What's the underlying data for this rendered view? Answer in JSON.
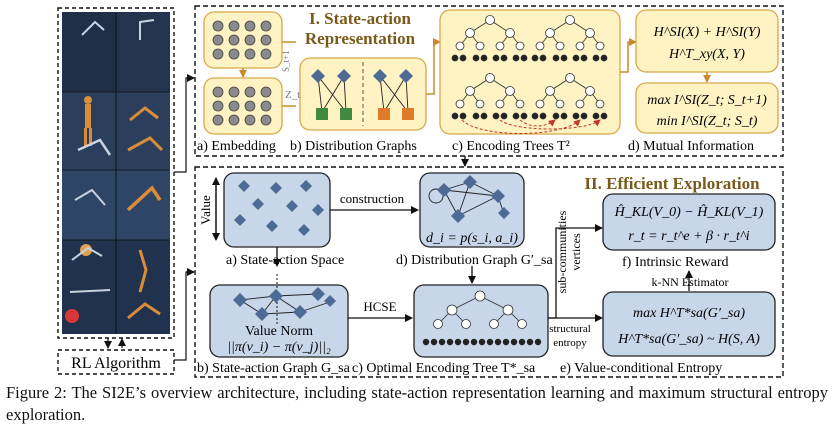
{
  "rl": {
    "label": "RL Algorithm"
  },
  "section1": {
    "title_line1": "I. State-action",
    "title_line2": "Representation",
    "label_a": "a) Embedding",
    "label_b": "b) Distribution Graphs",
    "label_c": "c) Encoding Trees T²",
    "label_d": "d) Mutual Information",
    "side_label_1": "S_t+1",
    "side_label_2": "Z_t",
    "formula_1": "H^SI(X) + H^SI(Y)",
    "formula_2": "H^T_xy(X, Y)",
    "formula_3": "max I^SI(Z_t; S_t+1)",
    "formula_4": "min I^SI(Z_t; S_t)"
  },
  "section2": {
    "title": "II. Efficient Exploration",
    "value_axis": "Value",
    "construction": "construction",
    "di_formula": "d_i = p(s_i, a_i)",
    "label_a": "a) State-action Space",
    "label_d": "d) Distribution Graph G′_sa",
    "label_b": "b) State-action Graph G_sa",
    "label_c": "c) Optimal Encoding Tree T*_sa",
    "label_e": "e) Value-conditional Entropy",
    "label_f": "f) Intrinsic Reward",
    "value_norm_1": "Value Norm",
    "value_norm_2": "||π(v_i) − π(v_j)||₂",
    "hcse": "HCSE",
    "sub_communities": "sub-communities",
    "vertices": "vertices",
    "structural": "structural",
    "entropy": "entropy",
    "knn": "k-NN Estimator",
    "reward_1": "Ĥ_KL(V_0) − Ĥ_KL(V_1)",
    "reward_2": "r_t = r_t^e + β · r_t^i",
    "entropy_1": "max H^T*sa(G′_sa)",
    "entropy_2": "H^T*sa(G′_sa) ~ H(S, A)"
  },
  "caption": {
    "text": "Figure 2: The SI2E’s overview architecture, including state-action representation learning and maximum structural entropy exploration."
  },
  "colors": {
    "yellow_fill": "#fff3c4",
    "yellow_stroke": "#d8a84a",
    "blue_fill": "#c8d6ea",
    "node_blue": "#4e6b95",
    "green": "#3f8a3f",
    "orange": "#e07b2a",
    "title_brown": "#7a5a1a",
    "arrow_red": "#c23a2a"
  }
}
